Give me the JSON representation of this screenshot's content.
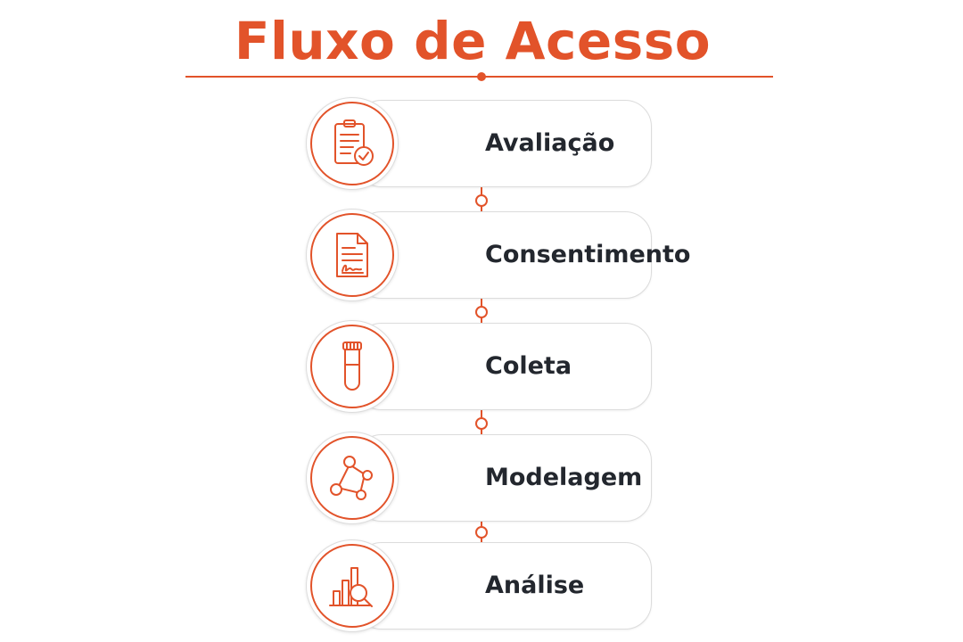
{
  "title": "Fluxo de Acesso",
  "accent_color": "#E2532A",
  "text_color": "#23272e",
  "steps": [
    {
      "label": "Avaliação",
      "icon": "clipboard-check-icon"
    },
    {
      "label": "Consentimento",
      "icon": "signed-document-icon"
    },
    {
      "label": "Coleta",
      "icon": "test-tube-icon"
    },
    {
      "label": "Modelagem",
      "icon": "network-nodes-icon"
    },
    {
      "label": "Análise",
      "icon": "chart-magnifier-icon"
    }
  ]
}
